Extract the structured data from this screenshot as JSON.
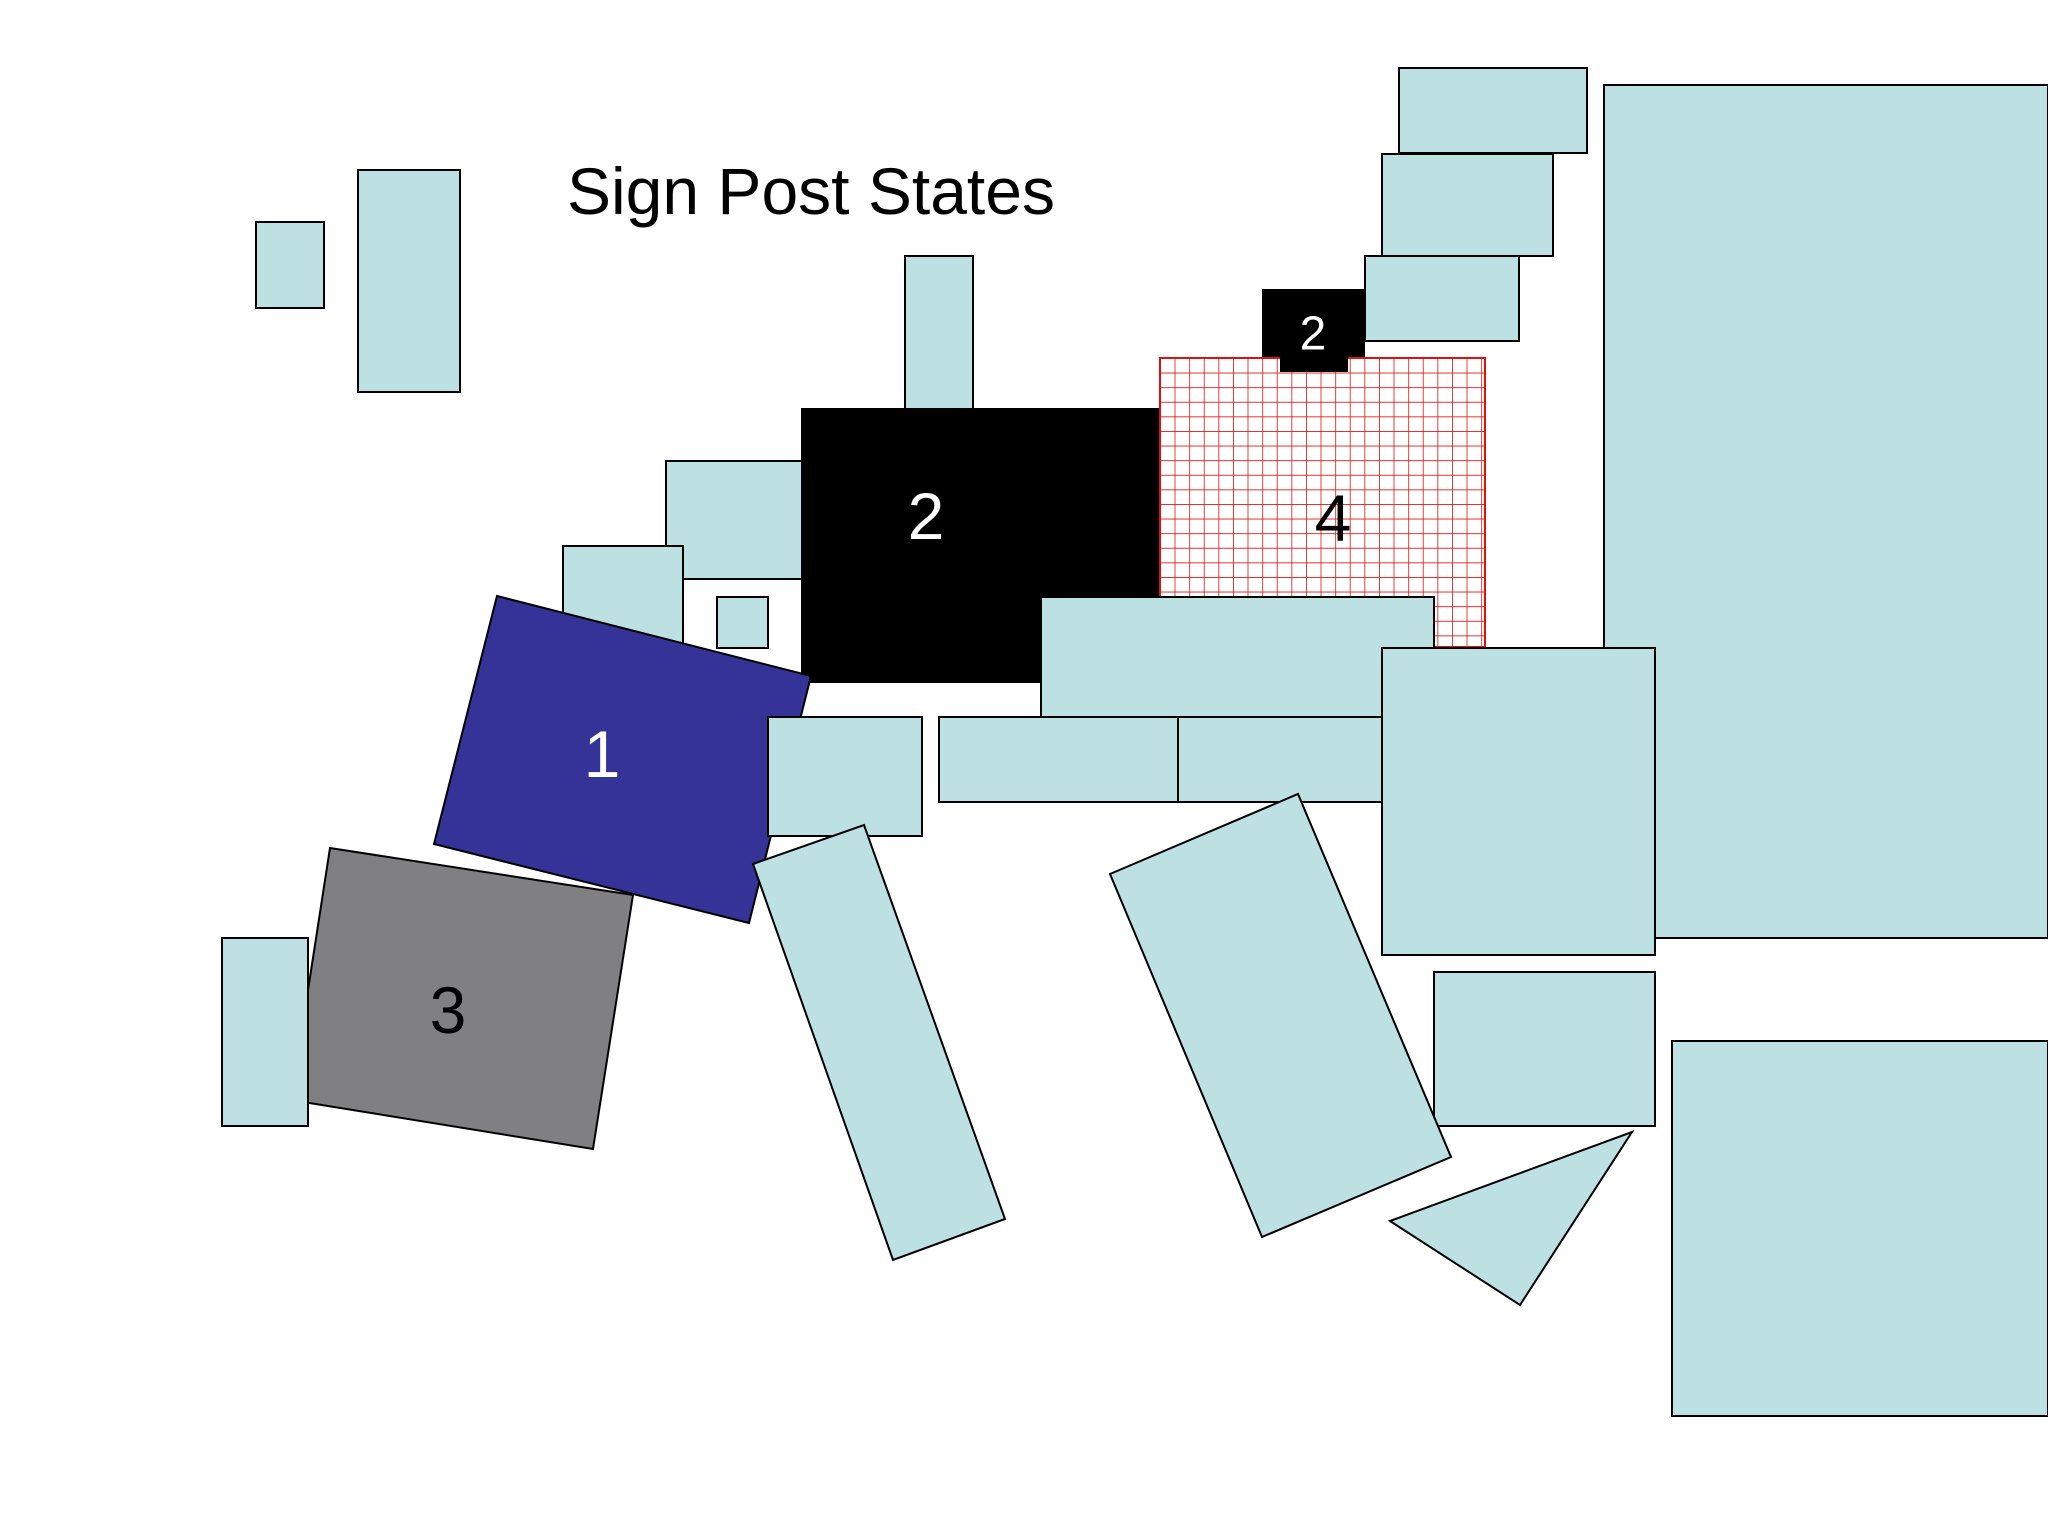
{
  "diagram": {
    "title": "Sign Post States",
    "colors": {
      "background": "#ffffff",
      "region_fill": "#bde0e3",
      "outline": "#000000",
      "state_1": "#363398",
      "state_2": "#000000",
      "state_3": "#807f82",
      "state_4_grid": "#dd1111",
      "label_light": "#ffffff",
      "label_dark": "#000000"
    },
    "states": {
      "state_1": {
        "label": "1"
      },
      "state_2_main": {
        "label": "2"
      },
      "state_2_small": {
        "label": "2"
      },
      "state_3": {
        "label": "3"
      },
      "state_4": {
        "label": "4"
      }
    }
  }
}
